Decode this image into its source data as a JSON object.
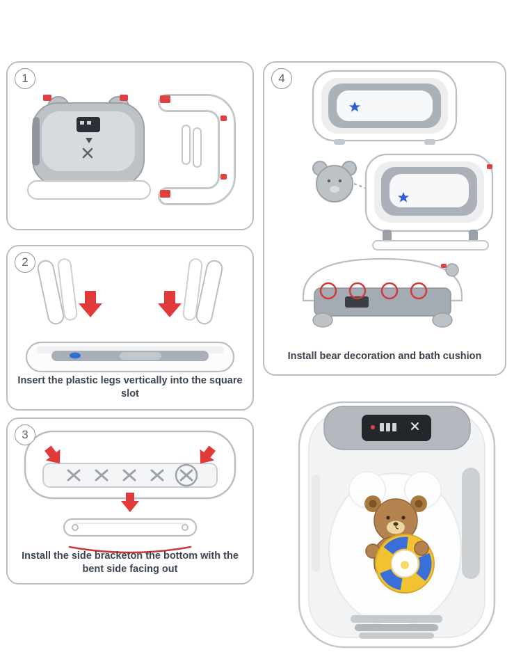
{
  "steps": [
    {
      "number": "1",
      "caption": ""
    },
    {
      "number": "2",
      "caption": "Insert the plastic legs vertically into the square slot"
    },
    {
      "number": "3",
      "caption": "Install the side bracketon the bottom with the bent side facing out"
    },
    {
      "number": "4",
      "caption": "Install bear decoration and bath cushion"
    }
  ],
  "colors": {
    "accent_red": "#e03a3a",
    "star_blue": "#2f5fd7",
    "ring_yellow": "#f2c233",
    "ring_blue": "#3a6fd8",
    "bear_brown": "#b5834f",
    "illustration_gray": "#b3b9bf",
    "panel_border": "#b9bec3",
    "caption_text": "#3a4550"
  },
  "icons": {
    "red_arrow_down": "▼",
    "blue_star": "★",
    "circle_highlight": "○"
  }
}
